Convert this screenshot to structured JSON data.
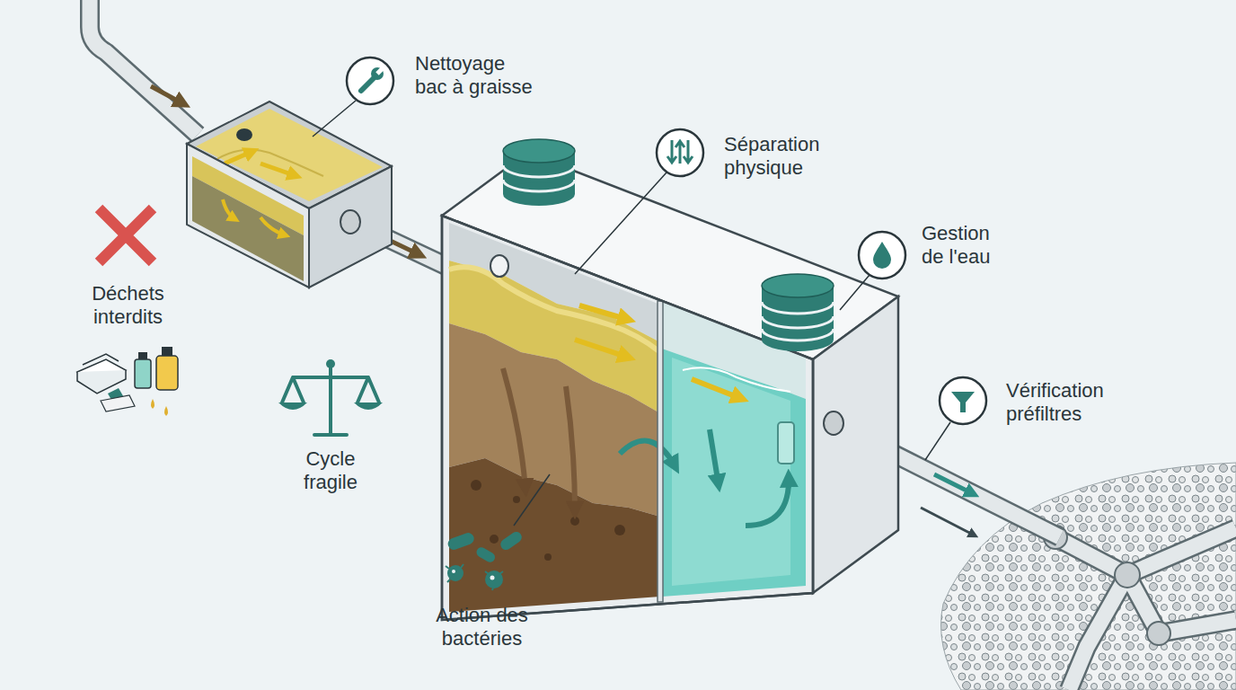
{
  "diagram": {
    "nodes": [
      {
        "text": [
          "Nettoyage bac à graisse"
        ]
      },
      {
        "text": [
          "Séparation physique"
        ]
      },
      {
        "text": [
          "Gestion de l'eau"
        ]
      },
      {
        "text": [
          "Vérification préfiltres"
        ]
      }
    ],
    "labels": [
      "Déchets interdits",
      "Cycle fragile",
      "Action des bactéries"
    ]
  }
}
